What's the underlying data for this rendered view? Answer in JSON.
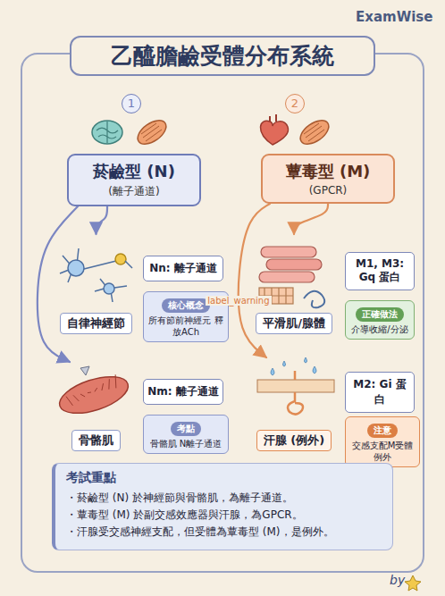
{
  "diagram": {
    "title": "乙醯膽鹼受體分布系統",
    "nodes": [
      {
        "text": [
          "菸鹼型 (N)",
          "(離子通道)"
        ]
      },
      {
        "text": [
          "蕈毒型 (M)",
          "(GPCR)"
        ]
      },
      {
        "text": [
          "自律神經節"
        ]
      },
      {
        "text": [
          "Nn: 離子通道"
        ]
      },
      {
        "text": [
          "核心概念",
          "所有節前神經元 釋放ACh"
        ]
      },
      {
        "text": [
          "平滑肌/腺體"
        ]
      },
      {
        "text": [
          "M1, M3: Gq 蛋白"
        ]
      },
      {
        "text": [
          "正確做法",
          "介導收縮/分泌"
        ]
      },
      {
        "text": [
          "骨骼肌"
        ]
      },
      {
        "text": [
          "Nm: 離子通道"
        ]
      },
      {
        "text": [
          "考點",
          "骨骼肌 N離子通道"
        ]
      },
      {
        "text": [
          "汗腺 (例外)"
        ]
      },
      {
        "text": [
          "M2: Gi 蛋白"
        ]
      },
      {
        "text": [
          "注意",
          "交感支配M受體例外"
        ]
      },
      {
        "text": [
          "考試重點",
          "・菸鹼型 (N) 於神經節與骨骼肌，為離子通道。",
          "・蕈毒型 (M) 於副交感效應器與汗腺，為GPCR。",
          "・汗腺受交感神經支配，但受體為蕈毒型 (M)，是例外。"
        ]
      }
    ],
    "edges": [
      {
        "from": 0,
        "to": 2,
        "arrow": "to"
      },
      {
        "from": 0,
        "to": 8,
        "arrow": "to"
      },
      {
        "from": 1,
        "to": 5,
        "arrow": "to"
      },
      {
        "from": 1,
        "to": 11,
        "label": "label_warning",
        "arrow": "to"
      }
    ],
    "labels": [
      "ExamWise",
      "1",
      "2",
      "by"
    ]
  }
}
